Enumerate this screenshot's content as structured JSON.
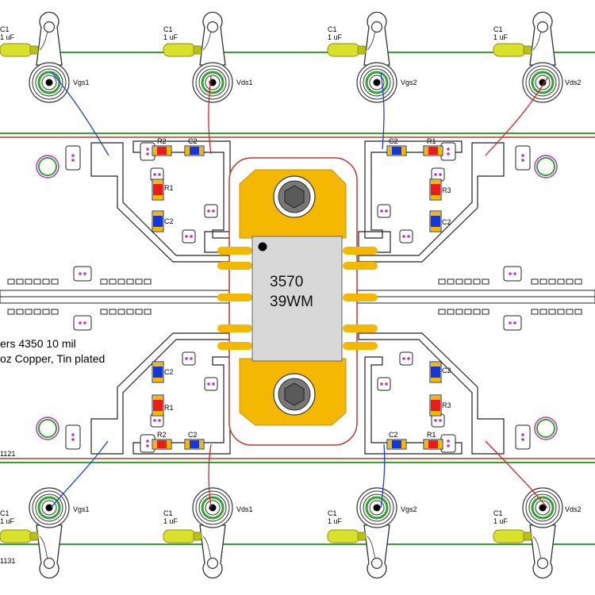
{
  "chip": {
    "line1": "3570",
    "line2": "39WM"
  },
  "notes": {
    "material": "ers 4350 10 mil",
    "copper": "oz Copper, Tin plated",
    "code_mid": "1121",
    "code_bottom": "1131"
  },
  "modules": {
    "top": [
      {
        "cap_ref": "C1",
        "cap_val": "1 uF",
        "conn": "Vgs1"
      },
      {
        "cap_ref": "C1",
        "cap_val": "1 uF",
        "conn": "Vds1"
      },
      {
        "cap_ref": "C1",
        "cap_val": "1 uF",
        "conn": "Vgs2"
      },
      {
        "cap_ref": "C1",
        "cap_val": "1 uF",
        "conn": "Vds2"
      }
    ],
    "bottom": [
      {
        "cap_ref": "C1",
        "cap_val": "1 uF",
        "conn": "Vgs1"
      },
      {
        "cap_ref": "C1",
        "cap_val": "1 uF",
        "conn": "Vds1"
      },
      {
        "cap_ref": "C1",
        "cap_val": "1 uF",
        "conn": "Vgs2"
      },
      {
        "cap_ref": "C1",
        "cap_val": "1 uF",
        "conn": "Vds2"
      }
    ]
  },
  "refs": {
    "tl_r2": "R2",
    "tl_c2": "C2",
    "tl_r1": "R1",
    "tl_c2b": "C2",
    "tr_c2": "C2",
    "tr_r1": "R1",
    "tr_r3": "R3",
    "tr_c2b": "C2",
    "bl_c2": "C2",
    "bl_r1": "R1",
    "bl_r2": "R2",
    "bl_c2b": "C2",
    "br_c2": "C2",
    "br_r3": "R3",
    "br_c2b": "C2",
    "br_r1": "R1"
  },
  "colors": {
    "pad_gold": "#f5b800",
    "trace_green": "#2fa52f",
    "board_edge": "#c0392b",
    "wire_blue": "#1f3fd6",
    "wire_red": "#e02020",
    "cap_yellow": "#d9e12a",
    "chip_body": "#d8d8d8"
  }
}
